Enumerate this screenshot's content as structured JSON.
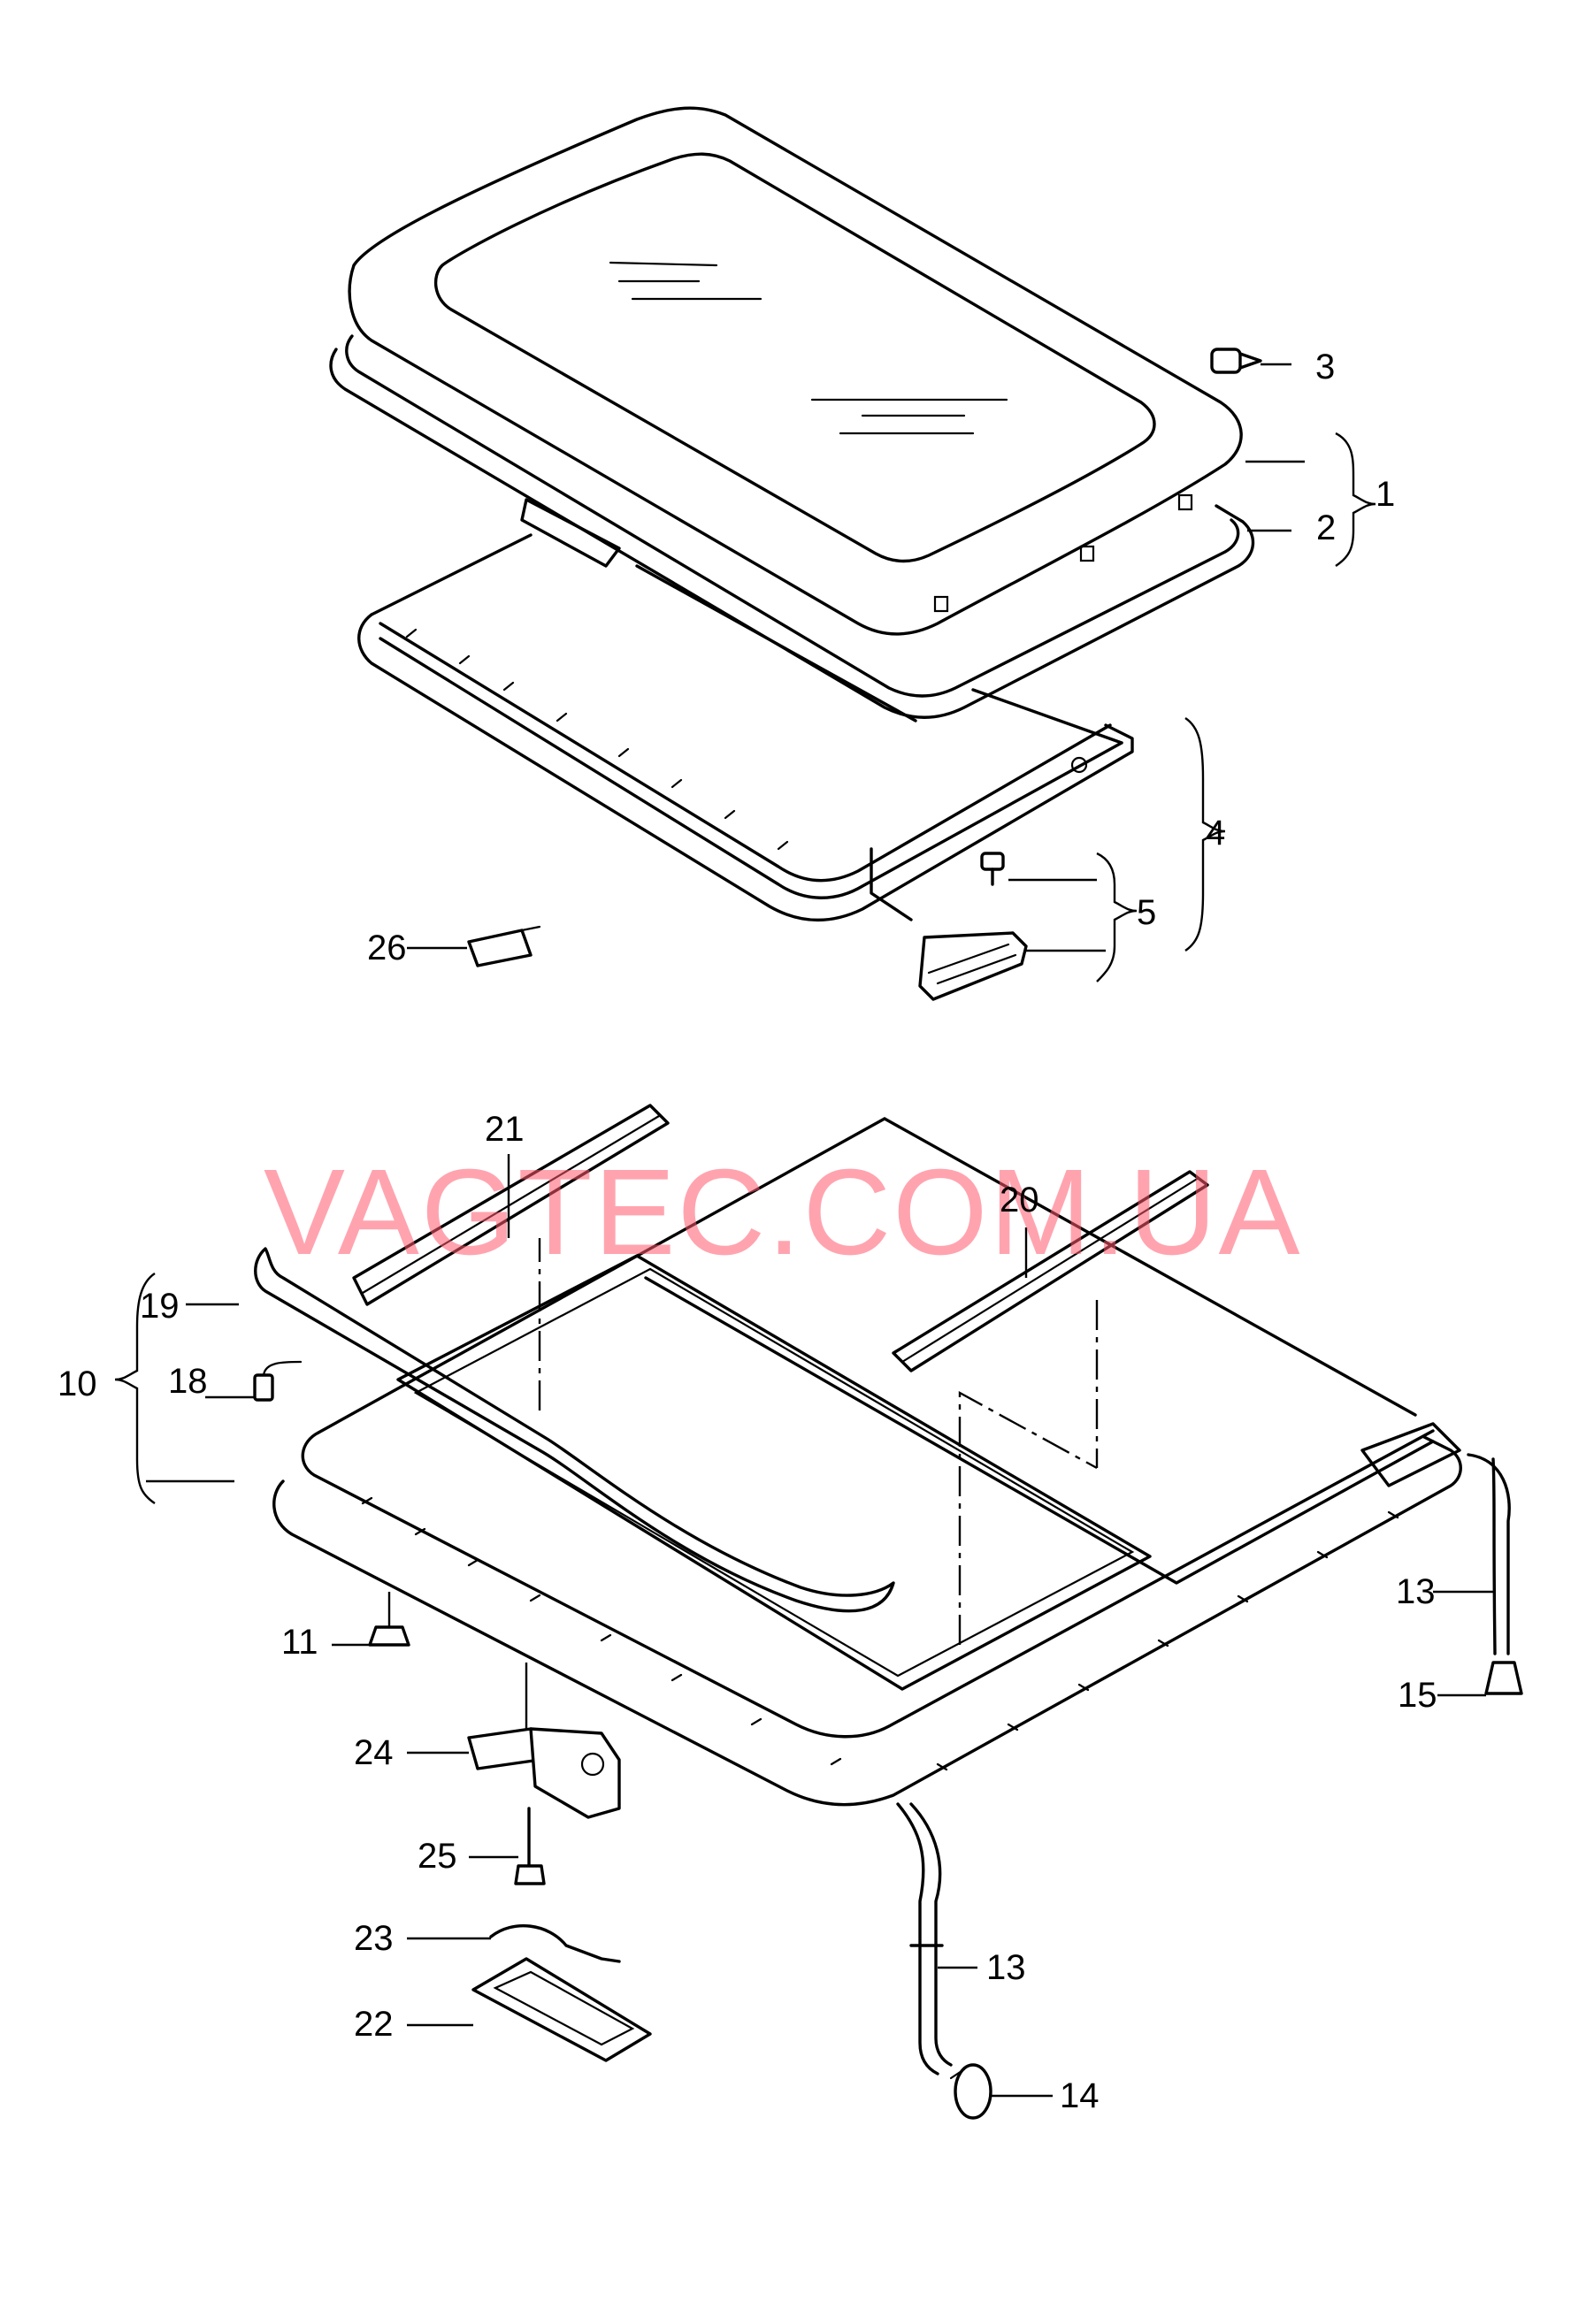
{
  "watermark": "VAGTEC.COM.UA",
  "labels": {
    "p1": "1",
    "p2": "2",
    "p3": "3",
    "p4": "4",
    "p5": "5",
    "p10": "10",
    "p11": "11",
    "p13a": "13",
    "p13b": "13",
    "p14": "14",
    "p15": "15",
    "p18": "18",
    "p19": "19",
    "p20": "20",
    "p21": "21",
    "p22": "22",
    "p23": "23",
    "p24": "24",
    "p25": "25",
    "p26": "26"
  },
  "colors": {
    "line": "#000000",
    "watermark": "#ff5a6e",
    "background": "#ffffff"
  }
}
